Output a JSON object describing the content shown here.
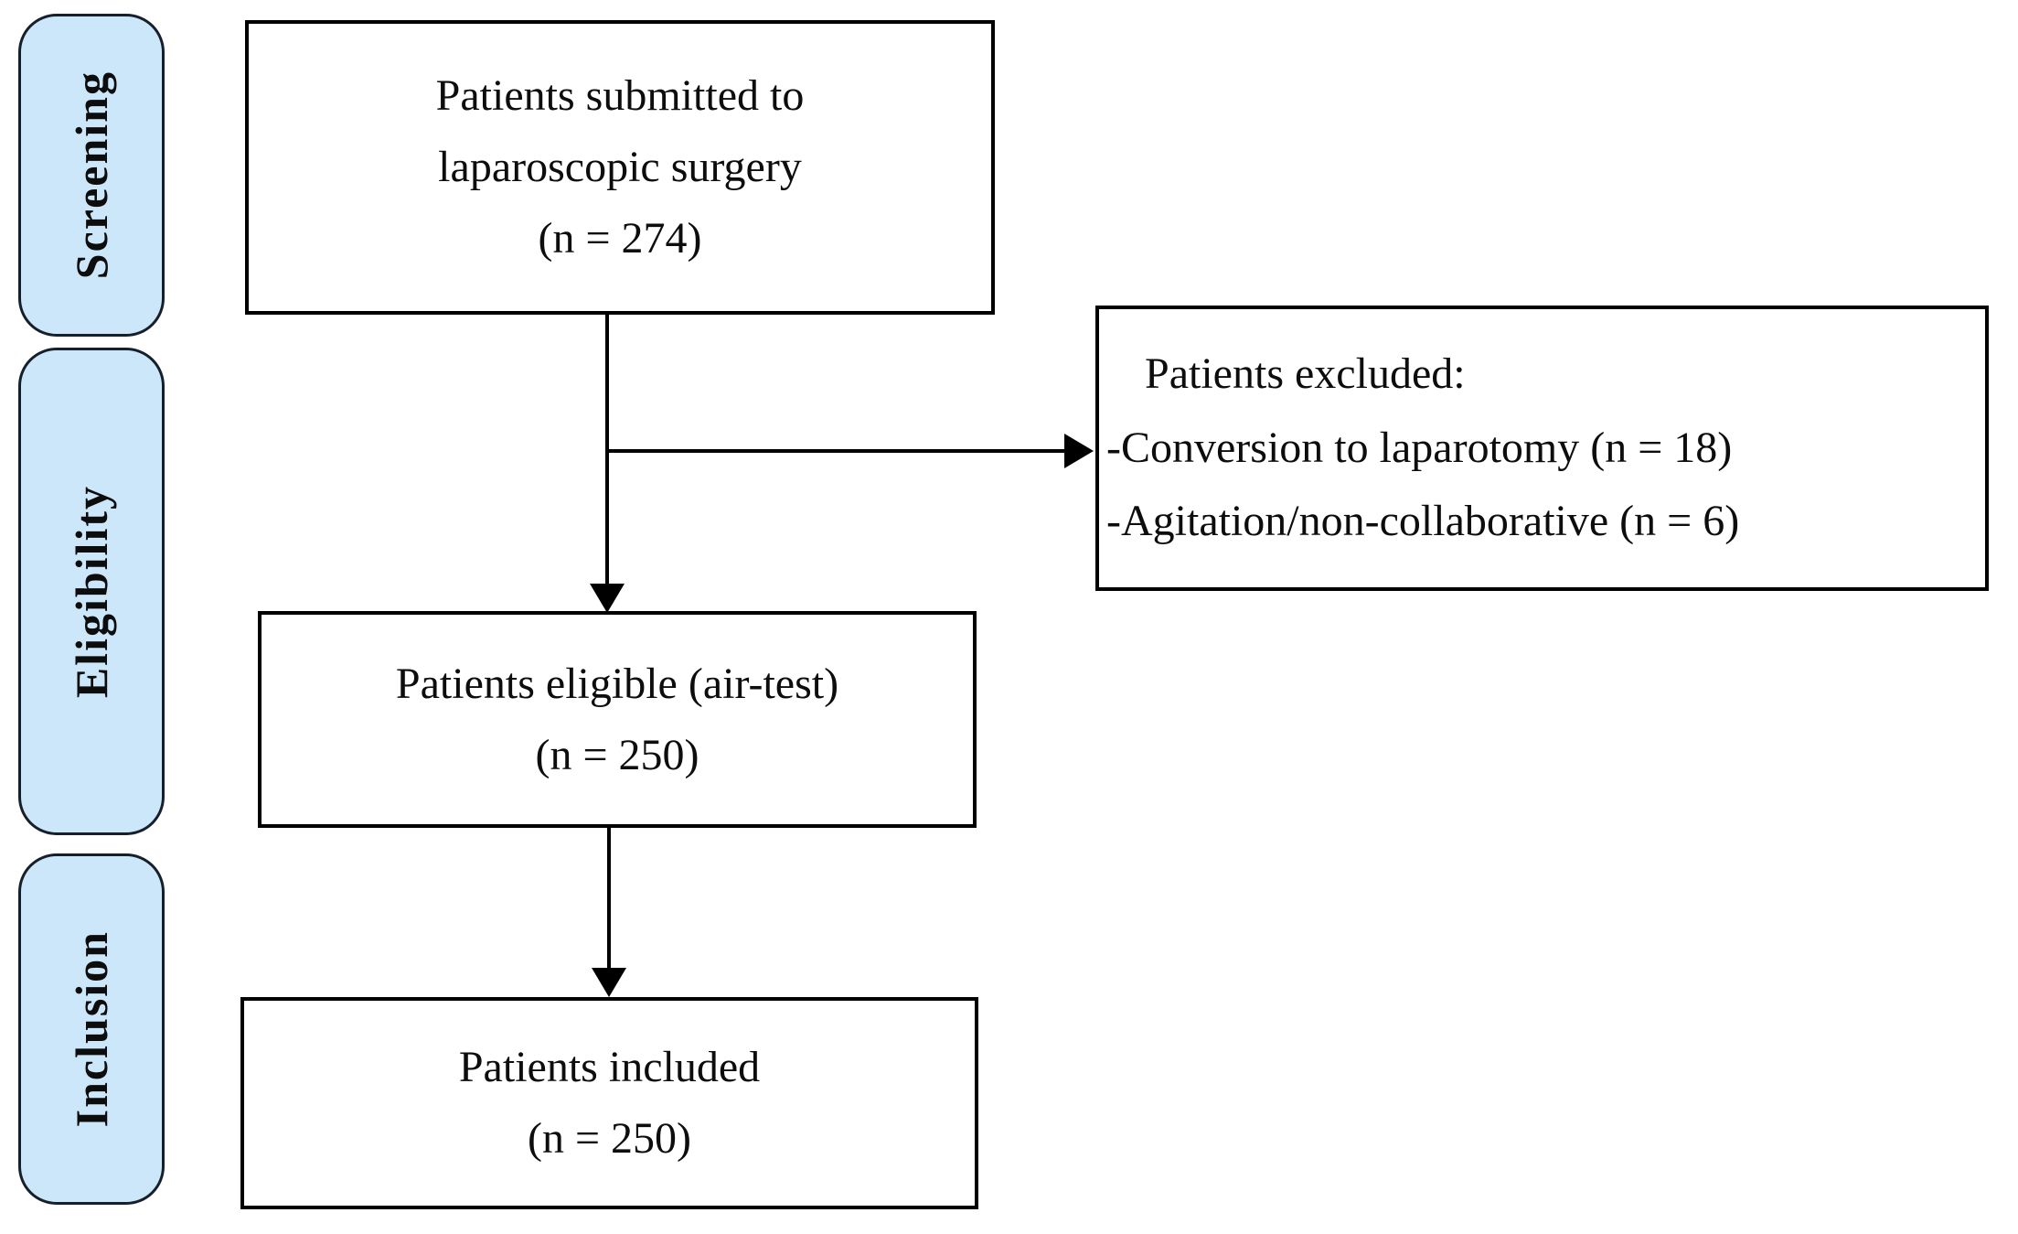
{
  "figure": {
    "stages": [
      {
        "label": "Screening"
      },
      {
        "label": "Eligibility"
      },
      {
        "label": "Inclusion"
      }
    ],
    "boxes": {
      "submitted": {
        "line1": "Patients submitted to",
        "line2": "laparoscopic surgery",
        "count": "(n = 274)"
      },
      "eligible": {
        "line1": "Patients eligible (air-test)",
        "count": "(n = 250)"
      },
      "included": {
        "line1": "Patients included",
        "count": "(n = 250)"
      },
      "excluded": {
        "title": "Patients excluded:",
        "items": [
          "-Conversion to laparotomy (n = 18)",
          "-Agitation/non-collaborative (n = 6)"
        ]
      }
    },
    "colors": {
      "background": "#ffffff",
      "stage_fill": "#cde7fa",
      "stage_border": "#16202b",
      "box_border": "#000000",
      "arrow": "#000000"
    }
  }
}
